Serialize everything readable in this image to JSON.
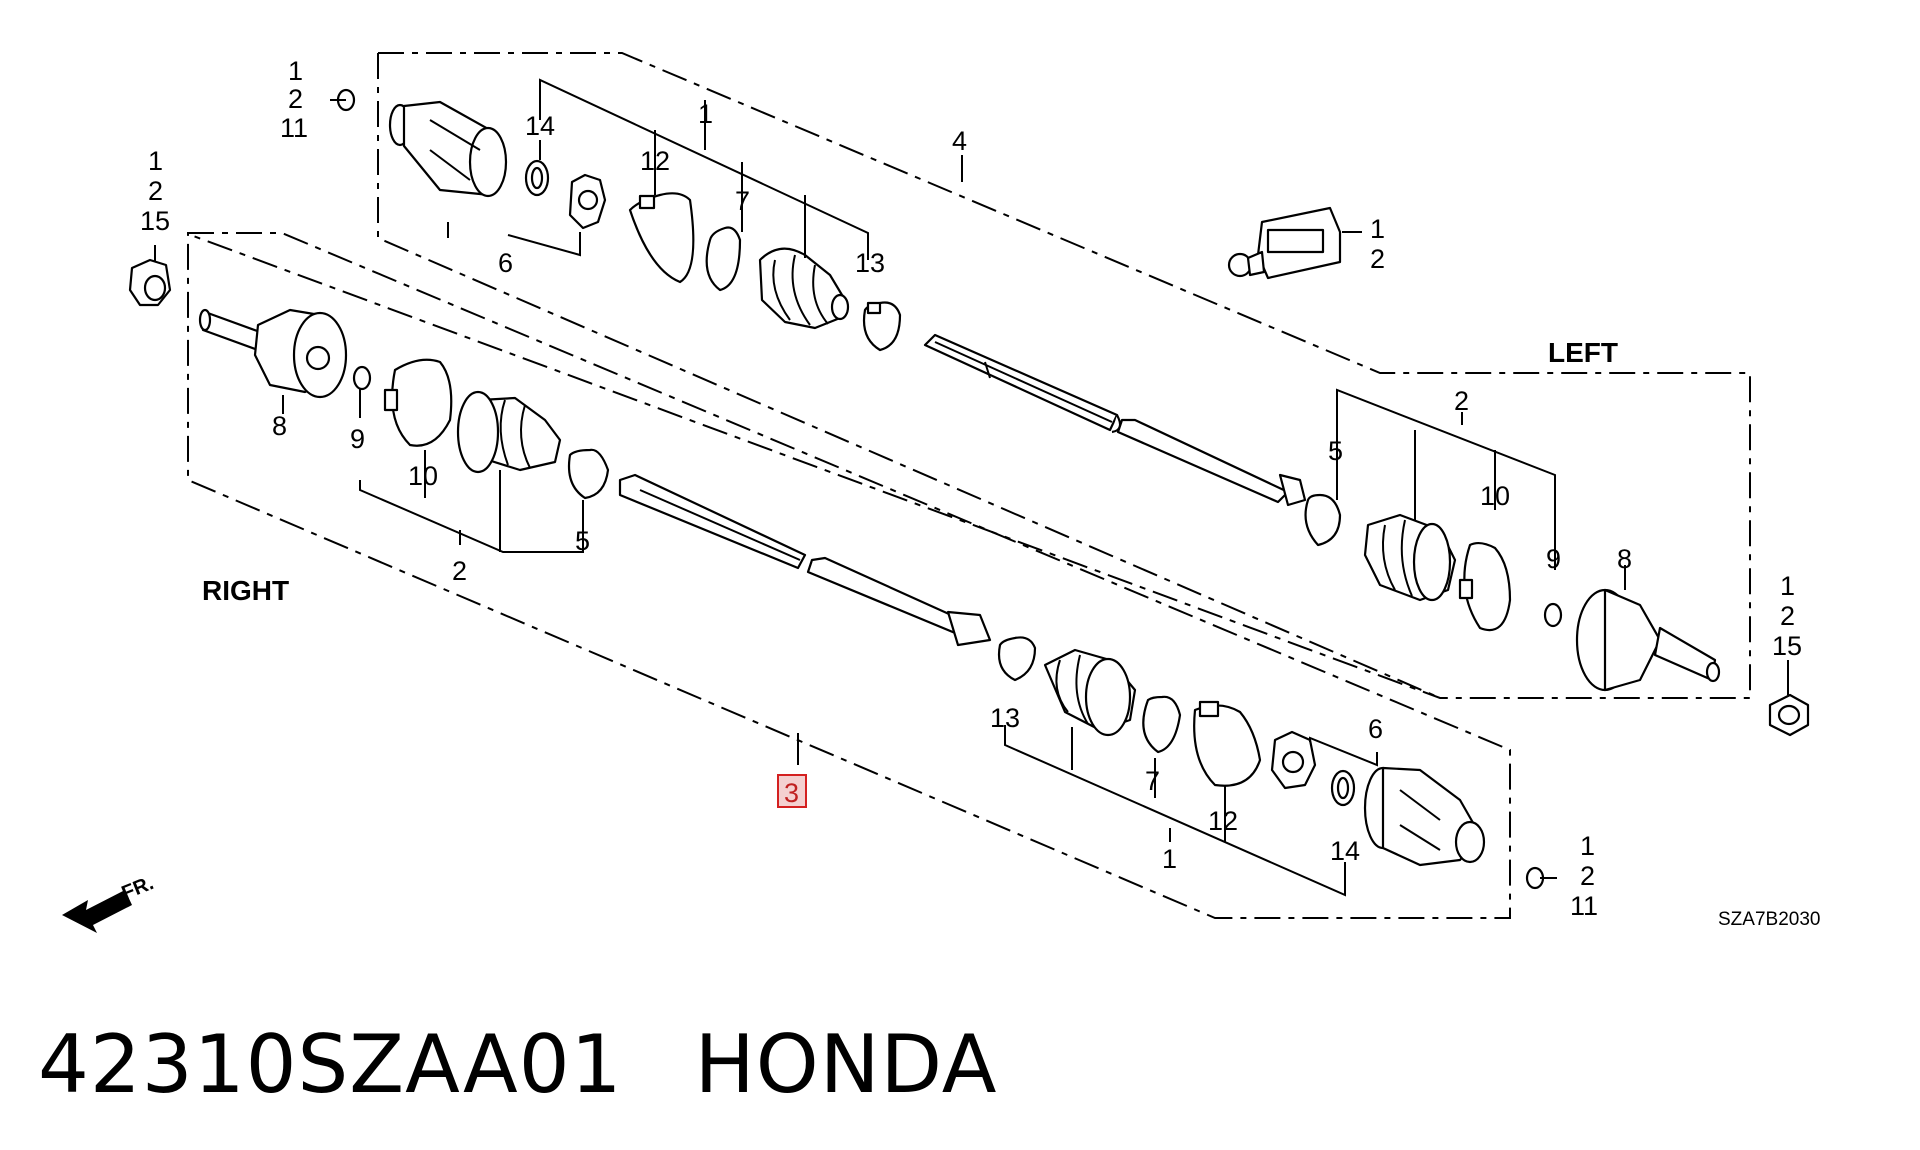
{
  "title": {
    "part_number": "42310SZAA01",
    "brand": "HONDA"
  },
  "labels": {
    "left": "LEFT",
    "right": "RIGHT",
    "front": "FR.",
    "diagram_code": "SZA7B2030"
  },
  "highlight": "3",
  "callouts": {
    "c_1_top_center": "1",
    "c_4": "4",
    "c_14_top": "14",
    "c_12_top": "12",
    "c_7_top": "7",
    "c_6_top": "6",
    "c_13_top": "13",
    "grease_1": "1",
    "grease_2": "2",
    "tl_1": "1",
    "tl_2": "2",
    "tl_11": "11",
    "nut_l_1": "1",
    "nut_l_2": "2",
    "nut_l_15": "15",
    "r_8": "8",
    "r_9": "9",
    "r_10": "10",
    "r_2": "2",
    "r_5": "5",
    "l_2": "2",
    "l_5": "5",
    "l_10": "10",
    "l_9": "9",
    "l_8": "8",
    "nut_r_1": "1",
    "nut_r_2": "2",
    "nut_r_15": "15",
    "b_13": "13",
    "b_7": "7",
    "b_12": "12",
    "b_1": "1",
    "b_6": "6",
    "b_14": "14",
    "br_1": "1",
    "br_2": "2",
    "br_11": "11"
  }
}
